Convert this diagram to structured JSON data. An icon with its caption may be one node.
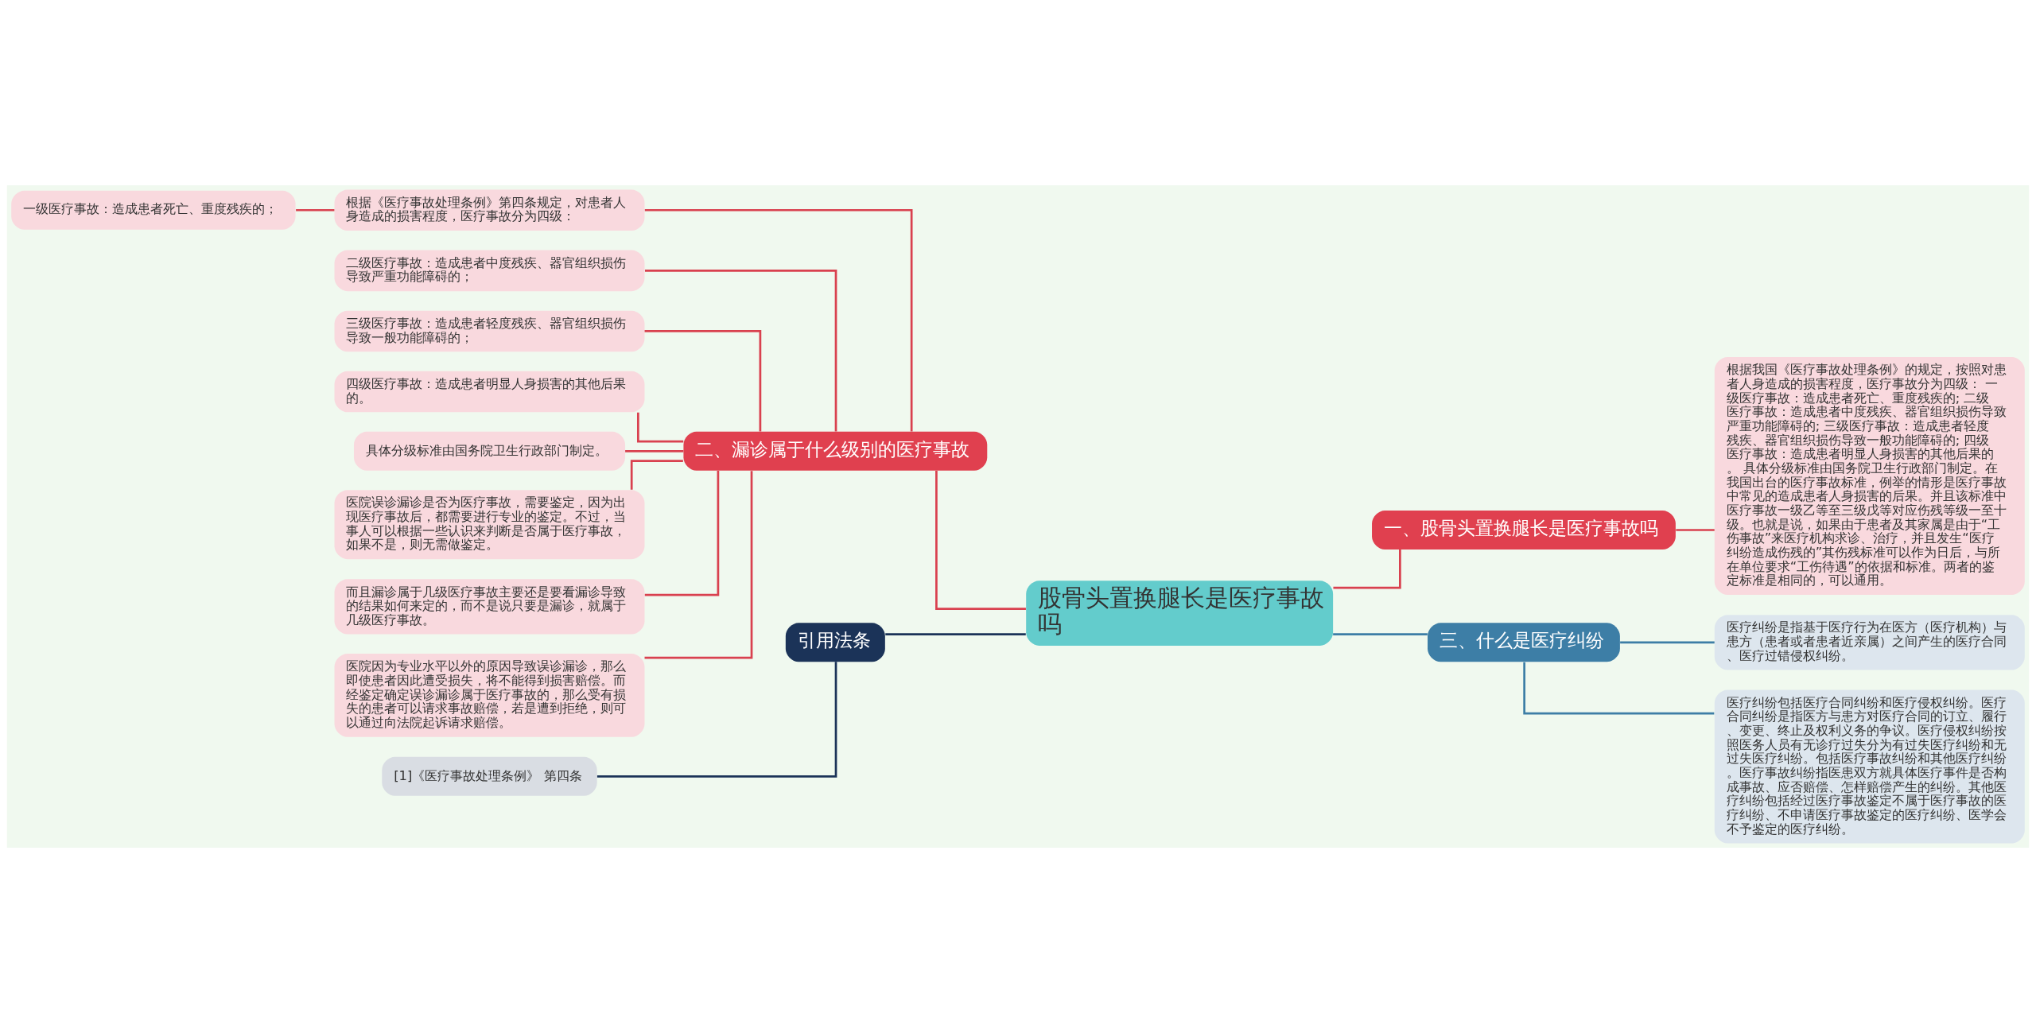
{
  "diagram": {
    "nodes": [
      {
        "text": [
          "股骨头置换腿长是医疗事故吗"
        ]
      },
      {
        "text": [
          "一、股骨头置换腿长是医疗事故吗"
        ]
      },
      {
        "text": [
          "根据我国《医疗事故处理条例》的规定，按照对患者人身造成的损害程度，医疗事故分为四级： 一级医疗事故：造成患者死亡、重度残疾的; 二级医疗事故：造成患者中度残疾、器官组织损伤导致严重功能障碍的; 三级医疗事故：造成患者轻度残疾、器官组织损伤导致一般功能障碍的; 四级医疗事故：造成患者明显人身损害的其他后果的。 具体分级标准由国务院卫生行政部门制定。在我国出台的医疗事故标准，例举的情形是医疗事故中常见的造成患者人身损害的后果。并且该标准中医疗事故一级乙等至三级戊等对应伤残等级一至十级。也就是说，如果由于患者及其家属是由于“工伤事故”来医疗机构求诊、治疗，并且发生“医疗纠纷造成伤残的”其伤残标准可以作为日后，与所在单位要求“工伤待遇”的依据和标准。两者的鉴定标准是相同的，可以通用。"
        ]
      },
      {
        "text": [
          "二、漏诊属于什么级别的医疗事故"
        ]
      },
      {
        "text": [
          "根据《医疗事故处理条例》第四条规定，对患者人身造成的损害程度，医疗事故分为四级："
        ]
      },
      {
        "text": [
          "一级医疗事故：造成患者死亡、重度残疾的；"
        ]
      },
      {
        "text": [
          "二级医疗事故：造成患者中度残疾、器官组织损伤导致严重功能障碍的；"
        ]
      },
      {
        "text": [
          "三级医疗事故：造成患者轻度残疾、器官组织损伤导致一般功能障碍的；"
        ]
      },
      {
        "text": [
          "四级医疗事故：造成患者明显人身损害的其他后果的。"
        ]
      },
      {
        "text": [
          "具体分级标准由国务院卫生行政部门制定。"
        ]
      },
      {
        "text": [
          "医院误诊漏诊是否为医疗事故，需要鉴定，因为出现医疗事故后，都需要进行专业的鉴定。不过，当事人可以根据一些认识来判断是否属于医疗事故，如果不是，则无需做鉴定。"
        ]
      },
      {
        "text": [
          "而且漏诊属于几级医疗事故主要还是要看漏诊导致的结果如何来定的，而不是说只要是漏诊，就属于几级医疗事故。"
        ]
      },
      {
        "text": [
          "医院因为专业水平以外的原因导致误诊漏诊，那么即使患者因此遭受损失，将不能得到损害赔偿。而经鉴定确定误诊漏诊属于医疗事故的，那么受有损失的患者可以请求事故赔偿，若是遭到拒绝，则可以通过向法院起诉请求赔偿。"
        ]
      },
      {
        "text": [
          "三、什么是医疗纠纷"
        ]
      },
      {
        "text": [
          "医疗纠纷是指基于医疗行为在医方（医疗机构）与患方（患者或者患者近亲属）之间产生的医疗合同、医疗过错侵权纠纷。"
        ]
      },
      {
        "text": [
          "医疗纠纷包括医疗合同纠纷和医疗侵权纠纷。医疗合同纠纷是指医方与患方对医疗合同的订立、履行、变更、终止及权利义务的争议。医疗侵权纠纷按照医务人员有无诊疗过失分为有过失医疗纠纷和无过失医疗纠纷。包括医疗事故纠纷和其他医疗纠纷。医疗事故纠纷指医患双方就具体医疗事件是否构成事故、应否赔偿、怎样赔偿产生的纠纷。其他医疗纠纷包括经过医疗事故鉴定不属于医疗事故的医疗纠纷、不申请医疗事故鉴定的医疗纠纷、医学会不予鉴定的医疗纠纷。"
        ]
      },
      {
        "text": [
          "引用法条"
        ]
      },
      {
        "text": [
          "[1]《医疗事故处理条例》 第四条"
        ]
      }
    ],
    "edges": [
      {
        "from": 0,
        "to": 1,
        "arrow": "none"
      },
      {
        "from": 1,
        "to": 2,
        "arrow": "none"
      },
      {
        "from": 0,
        "to": 3,
        "arrow": "none"
      },
      {
        "from": 3,
        "to": 4,
        "arrow": "none"
      },
      {
        "from": 4,
        "to": 5,
        "arrow": "none"
      },
      {
        "from": 3,
        "to": 6,
        "arrow": "none"
      },
      {
        "from": 3,
        "to": 7,
        "arrow": "none"
      },
      {
        "from": 3,
        "to": 8,
        "arrow": "none"
      },
      {
        "from": 3,
        "to": 9,
        "arrow": "none"
      },
      {
        "from": 3,
        "to": 10,
        "arrow": "none"
      },
      {
        "from": 3,
        "to": 11,
        "arrow": "none"
      },
      {
        "from": 3,
        "to": 12,
        "arrow": "none"
      },
      {
        "from": 0,
        "to": 13,
        "arrow": "none",
        "color": "#3d7ea6"
      },
      {
        "from": 13,
        "to": 14,
        "arrow": "none",
        "color": "#3d7ea6"
      },
      {
        "from": 13,
        "to": 15,
        "arrow": "none",
        "color": "#3d7ea6"
      },
      {
        "from": 0,
        "to": 16,
        "arrow": "none",
        "color": "#1b3358"
      },
      {
        "from": 16,
        "to": 17,
        "arrow": "none",
        "color": "#1b3358"
      }
    ]
  }
}
